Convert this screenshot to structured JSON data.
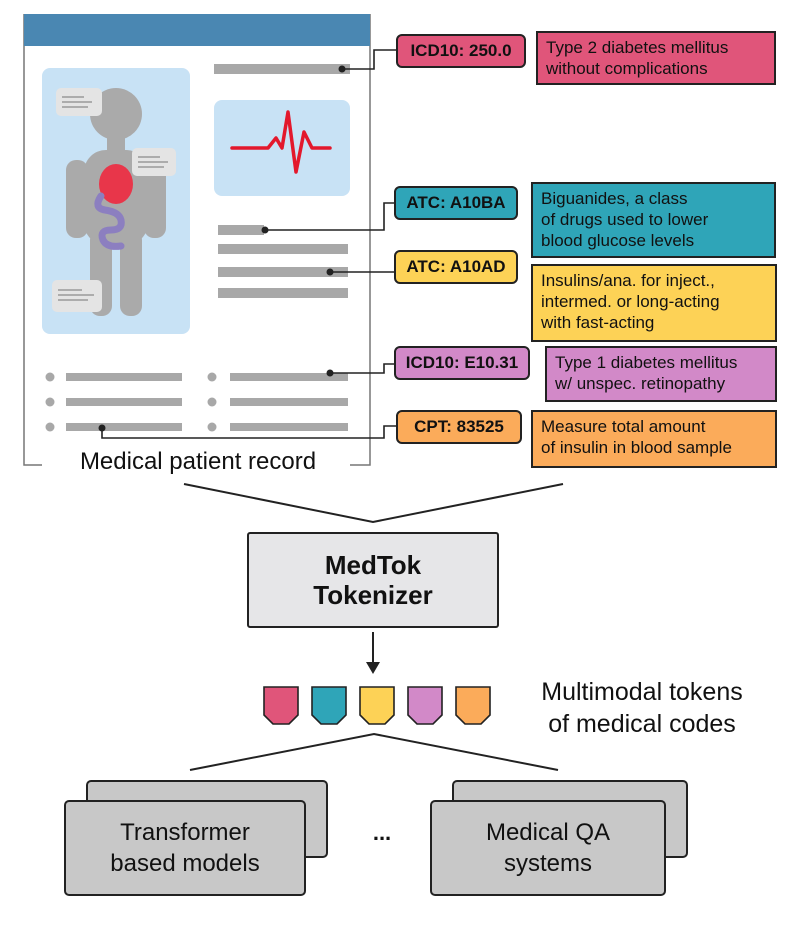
{
  "record": {
    "caption": "Medical patient record"
  },
  "codes": [
    {
      "code": "ICD10: 250.0",
      "description": [
        "Type 2 diabetes mellitus",
        "without complications"
      ],
      "color": "#e0557a"
    },
    {
      "code": "ATC: A10BA",
      "description": [
        "Biguanides, a class",
        "of drugs used to lower",
        "blood glucose levels"
      ],
      "color": "#2fa5b8"
    },
    {
      "code": "ATC: A10AD",
      "description": [
        "Insulins/ana. for inject.,",
        "intermed. or long-acting",
        "with fast-acting"
      ],
      "color": "#fdd256"
    },
    {
      "code": "ICD10: E10.31",
      "description": [
        "Type 1 diabetes mellitus",
        "w/ unspec. retinopathy"
      ],
      "color": "#d289c8"
    },
    {
      "code": "CPT: 83525",
      "description": [
        "Measure total amount",
        "of insulin in blood sample"
      ],
      "color": "#fbab5a"
    }
  ],
  "tokenizer": {
    "line1": "MedTok",
    "line2": "Tokenizer"
  },
  "tokens": {
    "label_line1": "Multimodal tokens",
    "label_line2": "of medical codes",
    "colors": [
      "#e0557a",
      "#2fa5b8",
      "#fdd256",
      "#d289c8",
      "#fbab5a"
    ]
  },
  "downstream": {
    "models": [
      {
        "line1": "Transformer",
        "line2": "based models"
      },
      {
        "line1": "Medical QA",
        "line2": "systems"
      }
    ],
    "ellipsis": "..."
  },
  "colors": {
    "record_header": "#4a87b2",
    "panel_bg": "#c8e2f5",
    "body_gray": "#aaaaaa",
    "heart_red": "#e8364a",
    "intestine_purple": "#8c7fc0",
    "box_gray": "#c8c8c8",
    "tokenizer_bg": "#e6e6e8"
  },
  "icons": [
    "human-body-icon",
    "heartbeat-icon",
    "speech-bubble-icon"
  ]
}
